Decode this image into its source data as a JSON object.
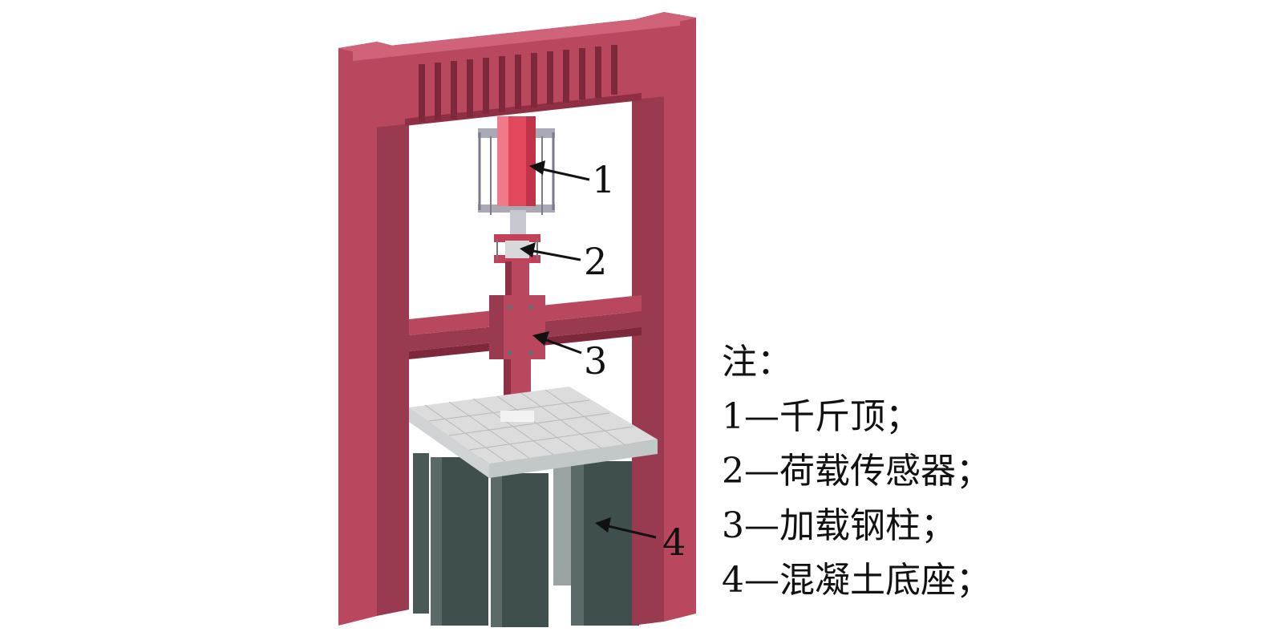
{
  "colors": {
    "frame": "#b9485f",
    "frame_dark": "#8f2f45",
    "frame_light": "#d06379",
    "jack": "#e2475c",
    "slab": "#dcdcdc",
    "slab_edge": "#c2c7c7",
    "base": "#3f4f4e",
    "base_light": "#5b6a69"
  },
  "callouts": [
    "1",
    "2",
    "3",
    "4"
  ],
  "legend": {
    "title": "注：",
    "items": [
      "1—千斤顶；",
      "2—荷载传感器；",
      "3—加载钢柱；",
      "4—混凝土底座；"
    ]
  }
}
